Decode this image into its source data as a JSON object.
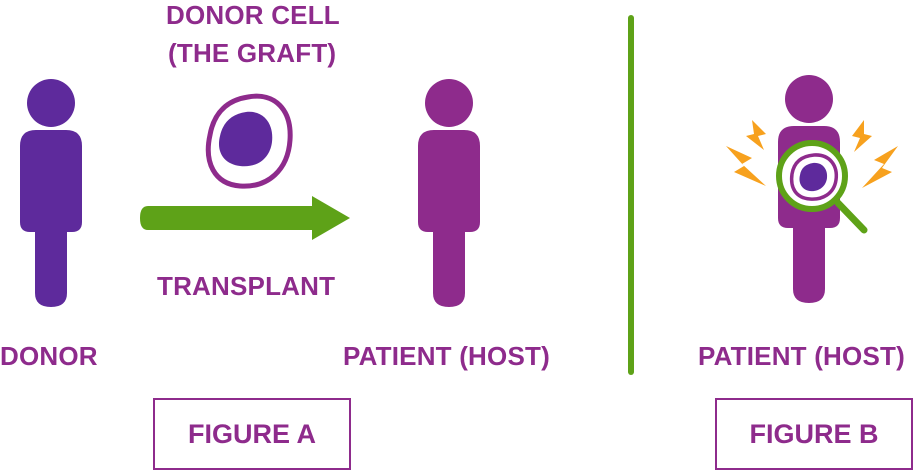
{
  "labels": {
    "donor_cell_line1": "DONOR CELL",
    "donor_cell_line2": "(THE GRAFT)",
    "transplant": "TRANSPLANT",
    "donor": "DONOR",
    "patient_a": "PATIENT (HOST)",
    "patient_b": "PATIENT (HOST)",
    "figure_a": "FIGURE A",
    "figure_b": "FIGURE B"
  },
  "colors": {
    "donor": "#5e2a9c",
    "patient": "#8e2b8c",
    "arrow": "#5ea218",
    "divider": "#5ea218",
    "lightning": "#f7a11e",
    "magnifier": "#5ea218",
    "text": "#8e2b8c"
  },
  "icons": {
    "donor_figure": "person-icon",
    "patient_figure": "person-icon",
    "graft_cell": "cell-icon",
    "transplant_arrow": "arrow-right-icon",
    "magnifier": "magnifying-glass-icon",
    "pain": "lightning-icon"
  }
}
